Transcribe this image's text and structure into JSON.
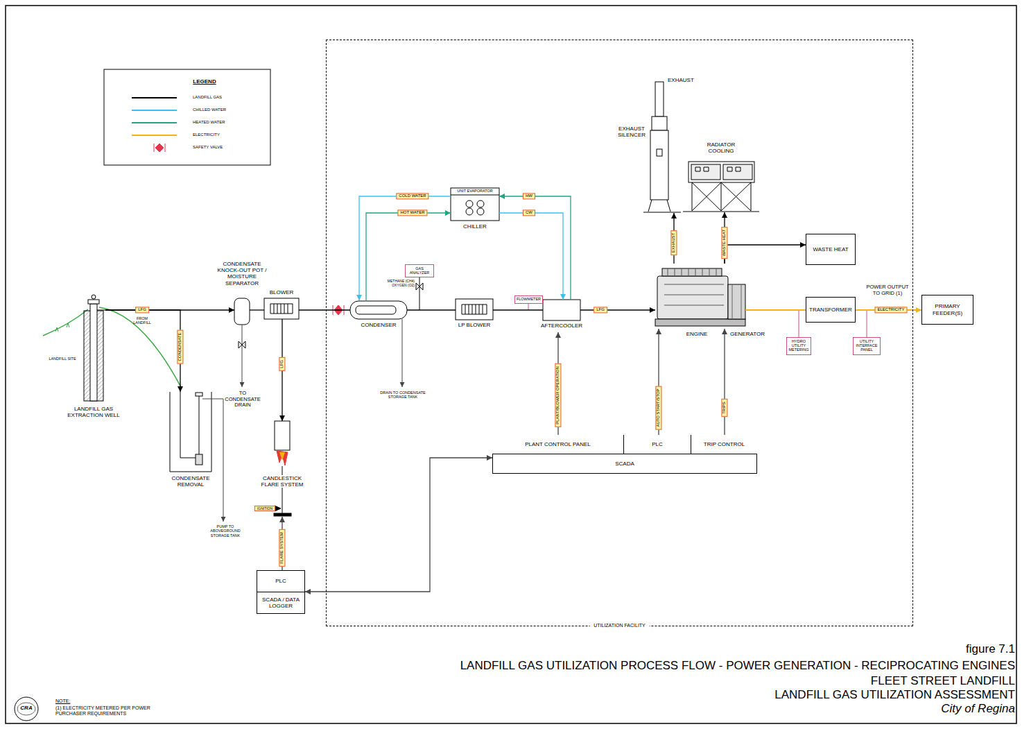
{
  "diagram": {
    "title": "LANDFILL GAS UTILIZATION PROCESS FLOW - POWER GENERATION - RECIPROCATING ENGINES",
    "nodes": [
      {
        "text": [
          "LANDFILL GAS EXTRACTION WELL"
        ]
      },
      {
        "text": [
          "CONDENSATE REMOVAL"
        ]
      },
      {
        "text": [
          "CONDENSATE KNOCK-OUT POT / MOISTURE SEPARATOR"
        ]
      },
      {
        "text": [
          "BLOWER"
        ]
      },
      {
        "text": [
          "CANDLESTICK FLARE SYSTEM"
        ]
      },
      {
        "text": [
          "PLC",
          "SCADA / DATA LOGGER"
        ]
      },
      {
        "text": [
          "UTILIZATION FACILITY"
        ]
      },
      {
        "text": [
          "EXHAUST",
          "EXHAUST SILENCER"
        ],
        "in": 6
      },
      {
        "text": [
          "RADIATOR COOLING"
        ],
        "in": 6
      },
      {
        "text": [
          "UNIT EVAPORATOR",
          "CHILLER"
        ],
        "in": 6
      },
      {
        "text": [
          "WASTE HEAT"
        ],
        "in": 6
      },
      {
        "text": [
          "GAS ANALYZER"
        ],
        "in": 6
      },
      {
        "text": [
          "CONDENSER"
        ],
        "in": 6
      },
      {
        "text": [
          "LP BLOWER"
        ],
        "in": 6
      },
      {
        "text": [
          "FLOWMETER"
        ],
        "in": 6
      },
      {
        "text": [
          "AFTERCOOLER"
        ],
        "in": 6
      },
      {
        "text": [
          "ENGINE",
          "GENERATOR"
        ],
        "in": 6
      },
      {
        "text": [
          "TRANSFORMER"
        ],
        "in": 6
      },
      {
        "text": [
          "HYDRO UTILITY METERING"
        ],
        "in": 6
      },
      {
        "text": [
          "UTILITY INTERFACE PANEL"
        ],
        "in": 6
      },
      {
        "text": [
          "SCADA"
        ],
        "in": 6
      },
      {
        "text": [
          "PLANT CONTROL PANEL"
        ],
        "in": 20
      },
      {
        "text": [
          "PLC"
        ],
        "in": 20
      },
      {
        "text": [
          "TRIP CONTROL"
        ],
        "in": 20
      },
      {
        "text": [
          "PRIMARY FEEDER(S)"
        ]
      }
    ],
    "edges": [
      {
        "from": 0,
        "to": 2,
        "arrow": "to",
        "label": "LFG"
      },
      {
        "from": 0,
        "to": 1,
        "arrow": "to",
        "label": "CONDENSATE"
      },
      {
        "from": 2,
        "to": 3,
        "arrow": "none"
      },
      {
        "from": 3,
        "to": 4,
        "arrow": "to",
        "label": "LFG"
      },
      {
        "from": 3,
        "to": 12,
        "arrow": "none"
      },
      {
        "from": 12,
        "to": 13,
        "arrow": "none"
      },
      {
        "from": 13,
        "to": 15,
        "arrow": "none"
      },
      {
        "from": 15,
        "to": 16,
        "arrow": "to",
        "label": "LFG"
      },
      {
        "from": 9,
        "to": 12,
        "arrow": "to",
        "label": "COLD WATER"
      },
      {
        "from": 12,
        "to": 9,
        "arrow": "to",
        "label": "HOT WATER"
      },
      {
        "from": 15,
        "to": 9,
        "arrow": "to",
        "label": "HW"
      },
      {
        "from": 9,
        "to": 15,
        "arrow": "to",
        "label": "CW"
      },
      {
        "from": 16,
        "to": 7,
        "arrow": "to",
        "label": "EXHAUST"
      },
      {
        "from": 16,
        "to": 8,
        "arrow": "to",
        "label": "WASTE HEAT"
      },
      {
        "from": 16,
        "to": 10,
        "arrow": "to"
      },
      {
        "from": 16,
        "to": 17,
        "arrow": "none"
      },
      {
        "from": 17,
        "to": 24,
        "arrow": "to",
        "label": "ELECTRICITY"
      },
      {
        "from": 21,
        "to": 15,
        "arrow": "to",
        "label": "PLANT/BLOWER OPERATION"
      },
      {
        "from": 22,
        "to": 16,
        "arrow": "to",
        "label": "AUTO START/STOP"
      },
      {
        "from": 23,
        "to": 16,
        "arrow": "to",
        "label": "TRIPS"
      },
      {
        "from": 5,
        "to": 20,
        "arrow": "both"
      },
      {
        "from": 5,
        "to": 4,
        "arrow": "to",
        "label": "FLARE SYSTEM"
      }
    ],
    "labels": [
      "LEGEND",
      "LANDFILL SITE",
      "FROM LANDFILL",
      "TO CONDENSATE DRAIN",
      "PUMP TO ABOVEGROUND STORAGE TANK",
      "IGNITION",
      "METHANE (CH4) OXYGEN (O2)",
      "DRAIN TO CONDENSATE STORAGE TANK",
      "POWER OUTPUT TO GRID (1)",
      "figure 7.1",
      "FLEET STREET LANDFILL",
      "LANDFILL GAS UTILIZATION ASSESSMENT",
      "City of Regina",
      "NOTE:",
      "(1) ELECTRICITY METERED PER POWER PURCHASER REQUIREMENTS",
      "CRA"
    ],
    "legend": [
      {
        "text": "LANDFILL GAS"
      },
      {
        "text": "CHILLED WATER"
      },
      {
        "text": "HEATED WATER"
      },
      {
        "text": "ELECTRICITY"
      },
      {
        "text": "SAFETY VALVE"
      }
    ]
  }
}
